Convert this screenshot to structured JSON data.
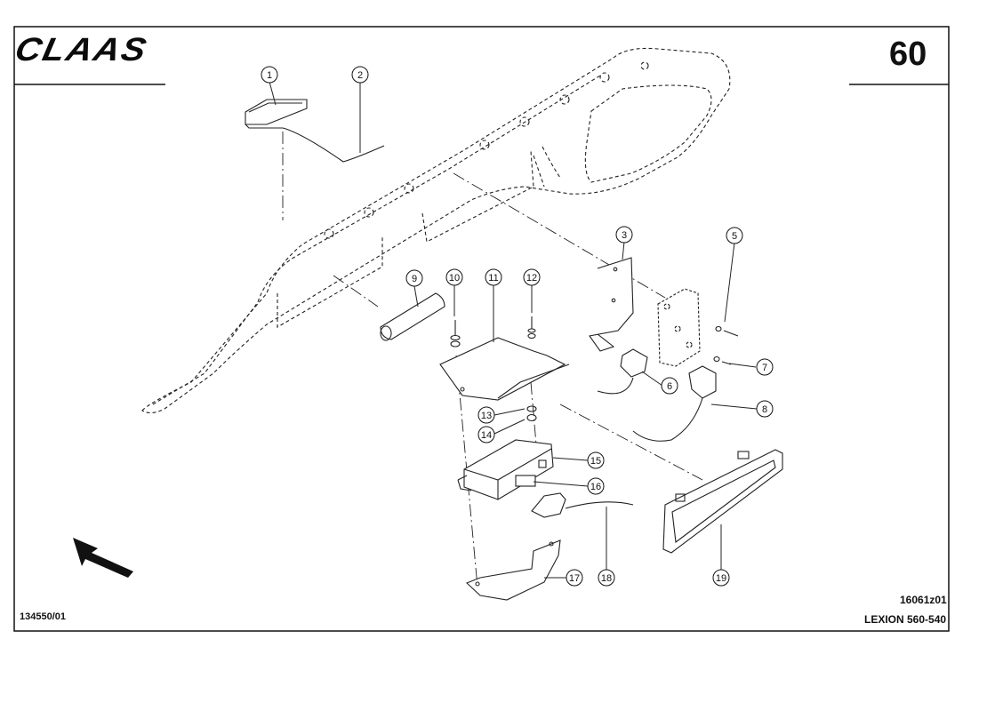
{
  "brand": "CLAAS",
  "page_number": "60",
  "drawing_code": "16061z01",
  "model": "LEXION 560-540",
  "document_id": "134550/01",
  "callouts": [
    {
      "label": "1"
    },
    {
      "label": "2"
    },
    {
      "label": "3"
    },
    {
      "label": "5"
    },
    {
      "label": "6"
    },
    {
      "label": "7"
    },
    {
      "label": "8"
    },
    {
      "label": "9"
    },
    {
      "label": "10"
    },
    {
      "label": "11"
    },
    {
      "label": "12"
    },
    {
      "label": "13"
    },
    {
      "label": "14"
    },
    {
      "label": "15"
    },
    {
      "label": "16"
    },
    {
      "label": "17"
    },
    {
      "label": "18"
    },
    {
      "label": "19"
    }
  ]
}
